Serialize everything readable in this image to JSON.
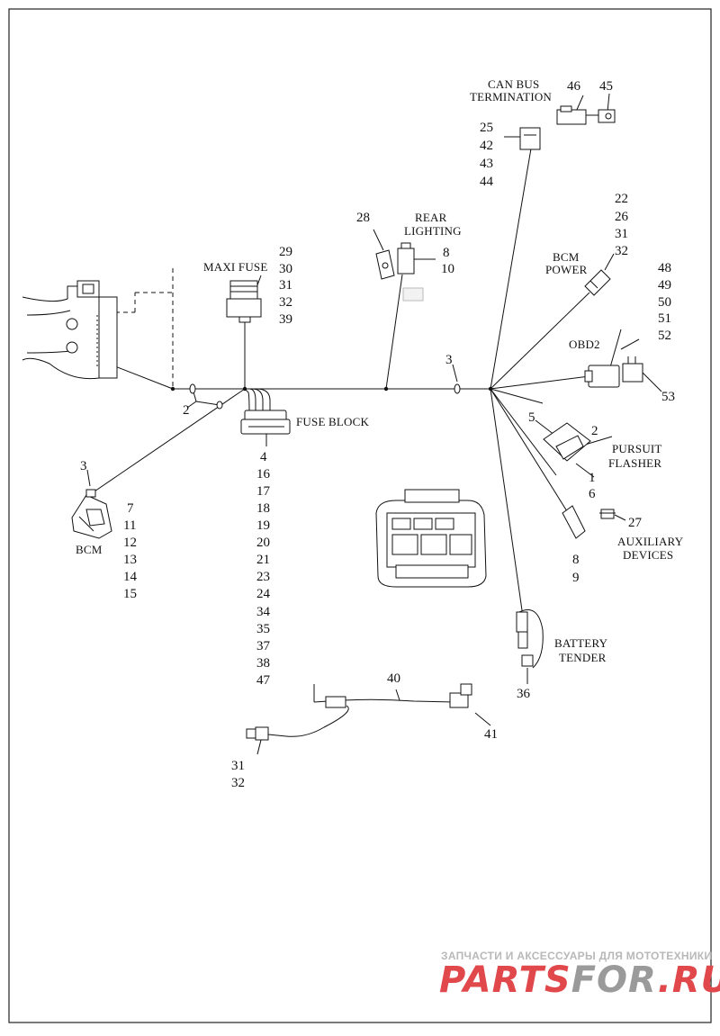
{
  "components": {
    "can_bus": {
      "caption_1": "CAN BUS",
      "caption_2": "TERMINATION",
      "ref_a": "46",
      "ref_b": "45"
    },
    "left_top_connector": {
      "refs": [
        "25",
        "42",
        "43",
        "44"
      ]
    },
    "rear_lighting": {
      "caption_1": "REAR",
      "caption_2": "LIGHTING",
      "ref_left": "28",
      "refs": [
        "8",
        "10"
      ]
    },
    "bcm_power": {
      "caption_1": "BCM",
      "caption_2": "POWER",
      "refs": [
        "22",
        "26",
        "31",
        "32"
      ]
    },
    "obd2": {
      "caption": "OBD2",
      "refs": [
        "48",
        "49",
        "50",
        "51",
        "52"
      ],
      "ref_right": "53"
    },
    "maxi_fuse": {
      "caption": "MAXI FUSE",
      "refs": [
        "29",
        "30",
        "31",
        "32",
        "39"
      ]
    },
    "trunk_clip": {
      "ref": "3"
    },
    "ground_clip": {
      "ref": "2"
    },
    "fuse_block": {
      "caption": "FUSE BLOCK",
      "refs": [
        "4",
        "16",
        "17",
        "18",
        "19",
        "20",
        "21",
        "23",
        "24",
        "34",
        "35",
        "37",
        "38",
        "47"
      ]
    },
    "bcm": {
      "caption": "BCM",
      "ref_top": "3",
      "refs": [
        "7",
        "11",
        "12",
        "13",
        "14",
        "15"
      ]
    },
    "pursuit_flasher": {
      "caption_1": "PURSUIT",
      "caption_2": "FLASHER",
      "ref_5": "5",
      "ref_2": "2",
      "ref_1": "1",
      "ref_6": "6"
    },
    "auxiliary_devices": {
      "caption_1": "AUXILIARY",
      "caption_2": "DEVICES",
      "ref_cap": "27",
      "refs": [
        "8",
        "9"
      ]
    },
    "battery_tender": {
      "caption_1": "BATTERY",
      "caption_2": "TENDER",
      "ref": "36"
    },
    "sub_harness": {
      "ref_top": "40",
      "ref_right": "41",
      "refs_left": [
        "31",
        "32"
      ]
    }
  },
  "watermark": {
    "tagline": "ЗАПЧАСТИ И АКСЕССУАРЫ ДЛЯ МОТОТЕХНИКИ",
    "logo_a": "PARTS",
    "logo_b": "FOR",
    "logo_c": ".RU",
    "color_red": "#e0484c",
    "color_gray": "#9a9a9a"
  }
}
